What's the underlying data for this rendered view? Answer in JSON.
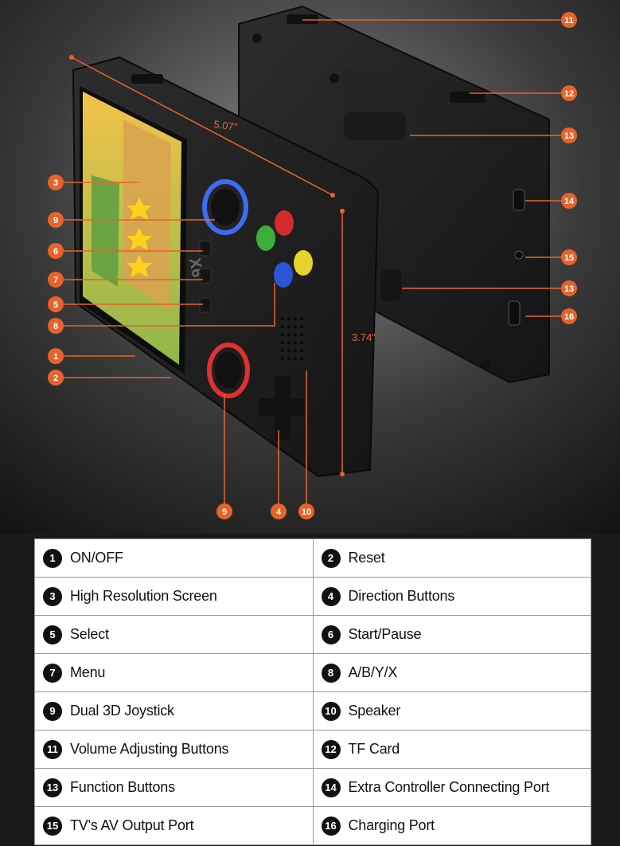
{
  "dimensions": {
    "width": "5.07\"",
    "height": "3.74\""
  },
  "device": {
    "model": "X6"
  },
  "colors": {
    "callout": "#e8632a",
    "body": "#202020",
    "btn_red": "#d42a2a",
    "btn_green": "#3cae3a",
    "btn_blue": "#2a55d4",
    "btn_yellow": "#e6d42a",
    "ring_blue": "#3d6cf0",
    "ring_red": "#e03030"
  },
  "legend": [
    {
      "num": "1",
      "label": "ON/OFF"
    },
    {
      "num": "2",
      "label": "Reset"
    },
    {
      "num": "3",
      "label": "High Resolution Screen"
    },
    {
      "num": "4",
      "label": "Direction Buttons"
    },
    {
      "num": "5",
      "label": "Select"
    },
    {
      "num": "6",
      "label": "Start/Pause"
    },
    {
      "num": "7",
      "label": "Menu"
    },
    {
      "num": "8",
      "label": "A/B/Y/X"
    },
    {
      "num": "9",
      "label": "Dual 3D Joystick"
    },
    {
      "num": "10",
      "label": "Speaker"
    },
    {
      "num": "11",
      "label": "Volume Adjusting Buttons"
    },
    {
      "num": "12",
      "label": "TF Card"
    },
    {
      "num": "13",
      "label": "Function Buttons"
    },
    {
      "num": "14",
      "label": "Extra Controller Connecting Port"
    },
    {
      "num": "15",
      "label": "TV's AV Output Port"
    },
    {
      "num": "16",
      "label": "Charging Port"
    }
  ]
}
